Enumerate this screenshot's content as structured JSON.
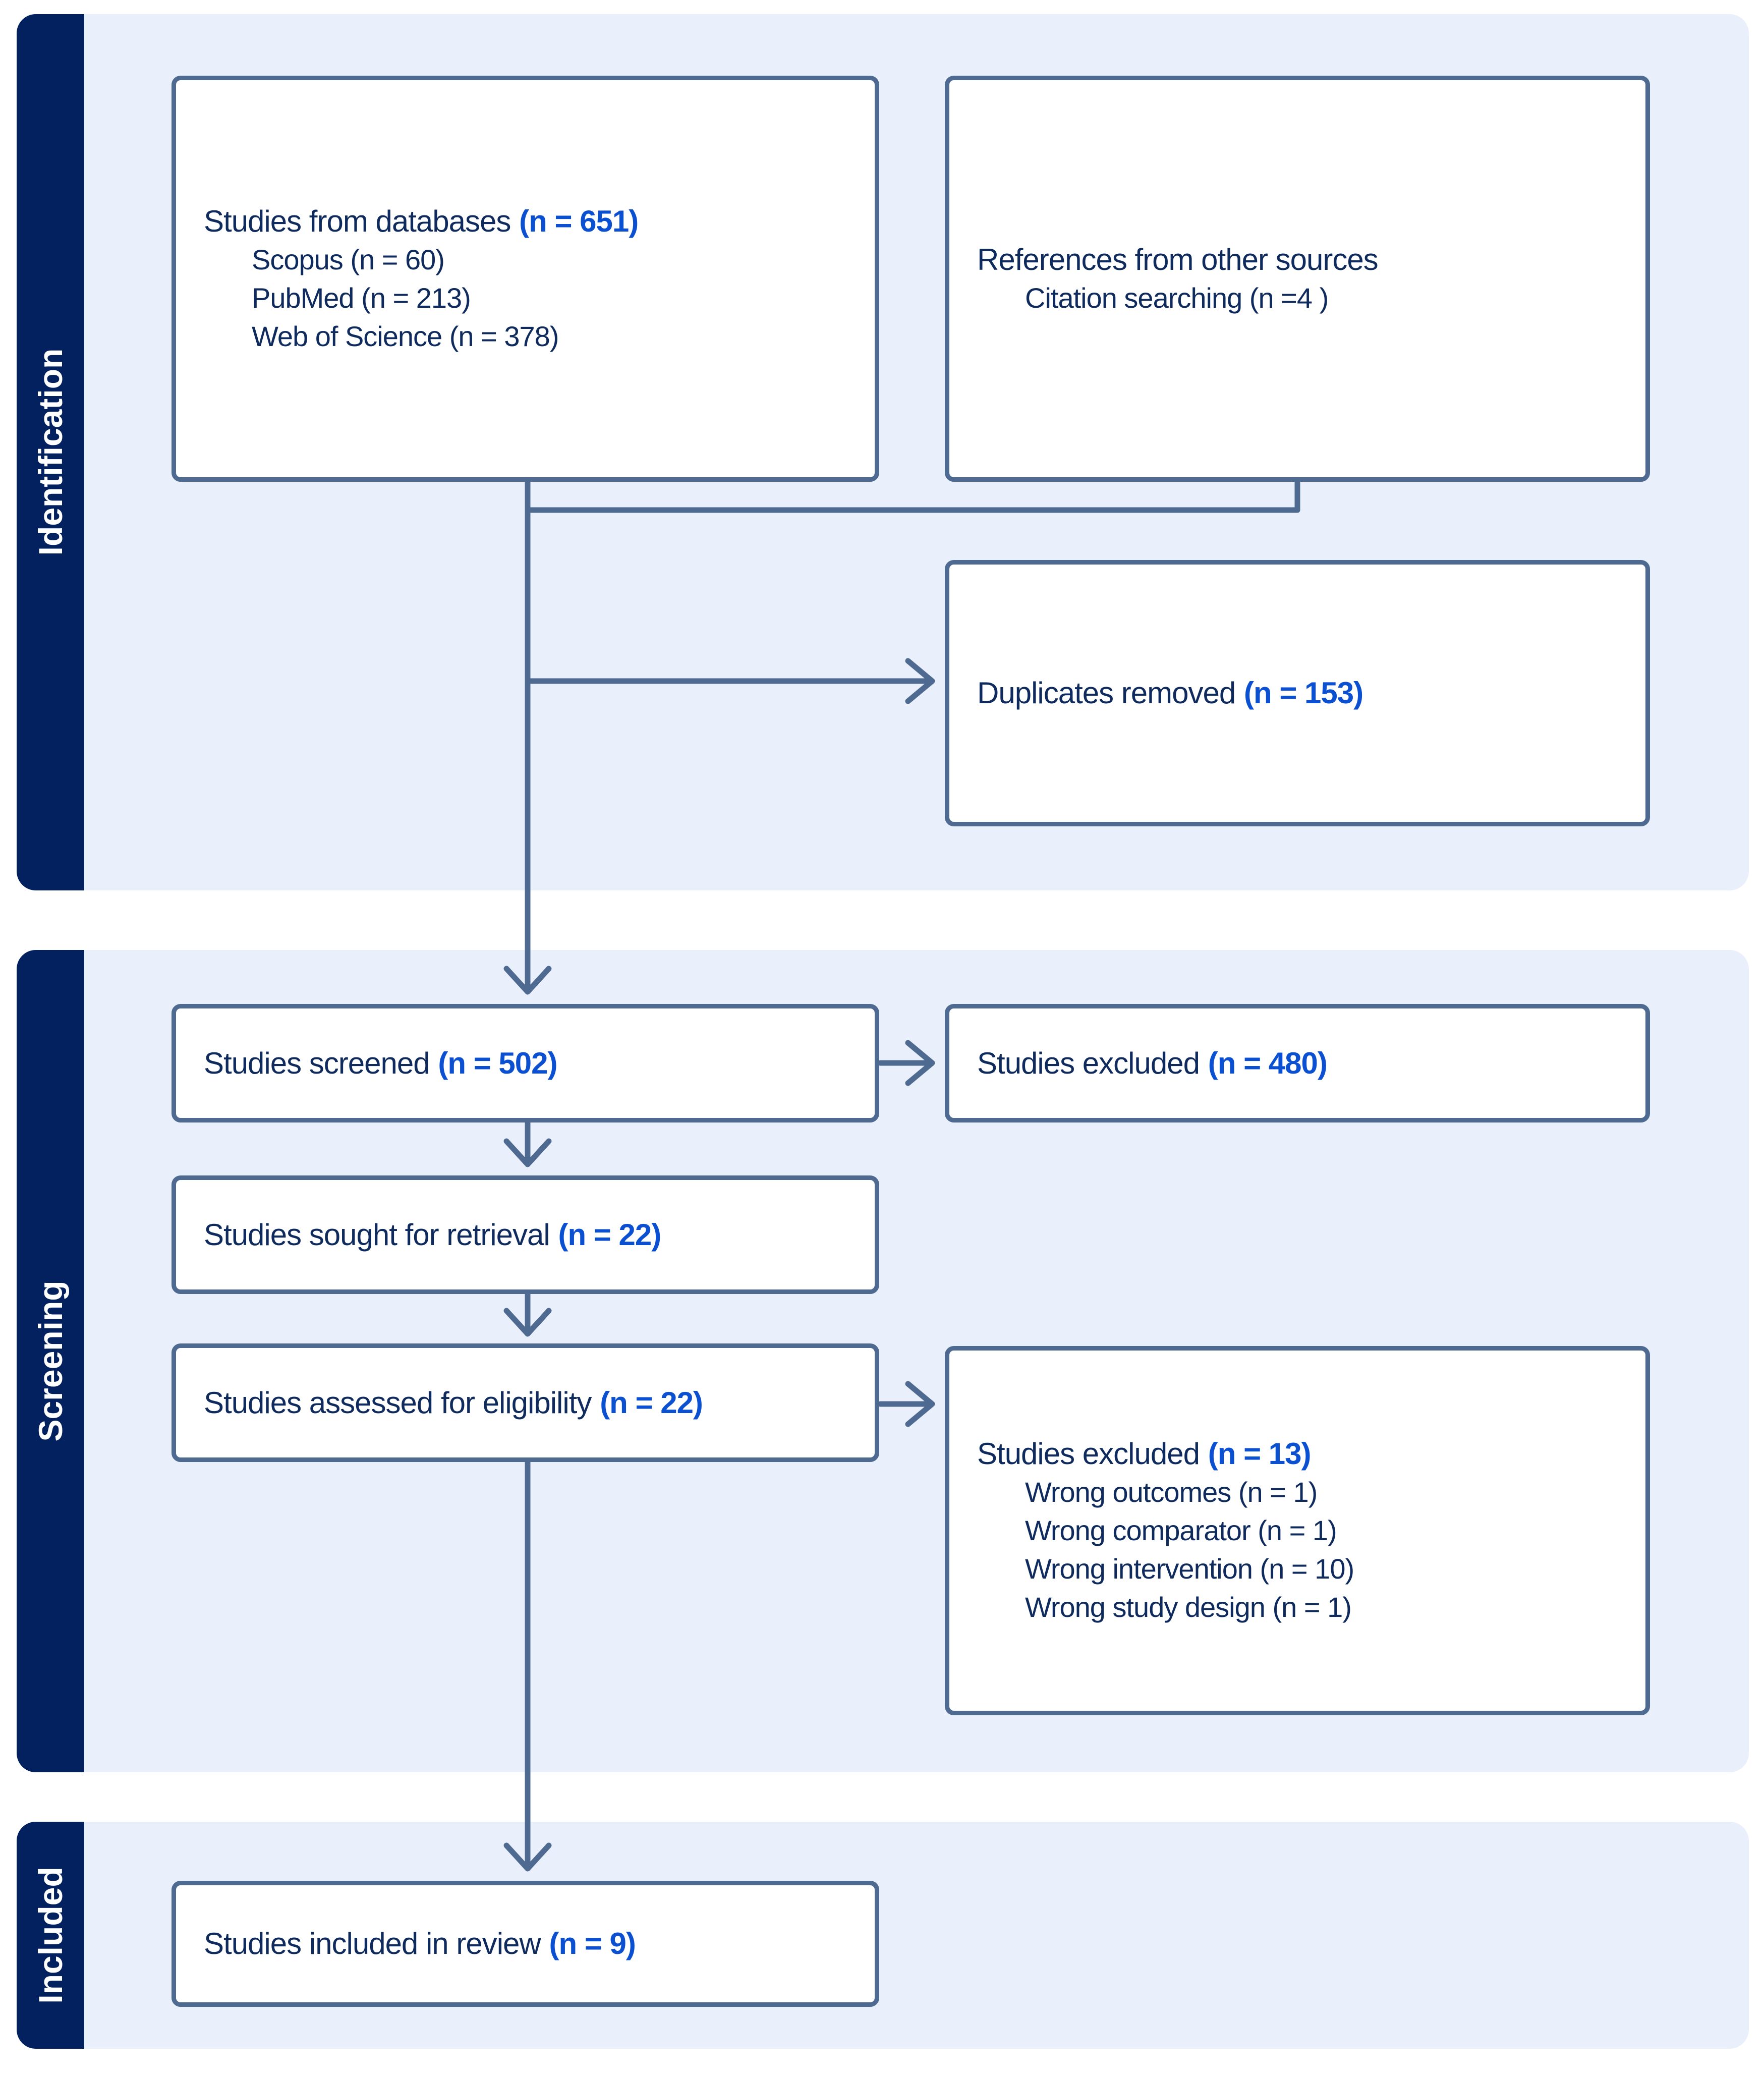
{
  "sections": [
    {
      "label": "Identification"
    },
    {
      "label": "Screening"
    },
    {
      "label": "Included"
    }
  ],
  "boxes": {
    "databases": {
      "title": "Studies from databases",
      "count": "(n = 651)",
      "items": [
        "Scopus (n = 60)",
        "PubMed (n = 213)",
        "Web of Science (n = 378)"
      ]
    },
    "references": {
      "title": "References from other sources",
      "items": [
        "Citation searching (n =4 )"
      ]
    },
    "duplicates": {
      "title": "Duplicates removed",
      "count": "(n = 153)"
    },
    "screened": {
      "title": "Studies screened",
      "count": "(n = 502)"
    },
    "excluded_screened": {
      "title": "Studies excluded",
      "count": "(n = 480)"
    },
    "retrieval": {
      "title": "Studies sought for retrieval",
      "count": "(n = 22)"
    },
    "eligibility": {
      "title": "Studies assessed for eligibility",
      "count": "(n = 22)"
    },
    "excluded_eligibility": {
      "title": "Studies excluded",
      "count": "(n = 13)",
      "items": [
        "Wrong outcomes (n = 1)",
        "Wrong comparator (n = 1)",
        "Wrong intervention (n = 10)",
        "Wrong study design (n = 1)"
      ]
    },
    "included": {
      "title": "Studies included in review",
      "count": "(n = 9)"
    }
  },
  "colors": {
    "sidebar": "#04215f",
    "panel": "#e9f0fc",
    "border": "#4e6a90",
    "text": "#0f2a5c",
    "accent": "#0c50d2"
  }
}
